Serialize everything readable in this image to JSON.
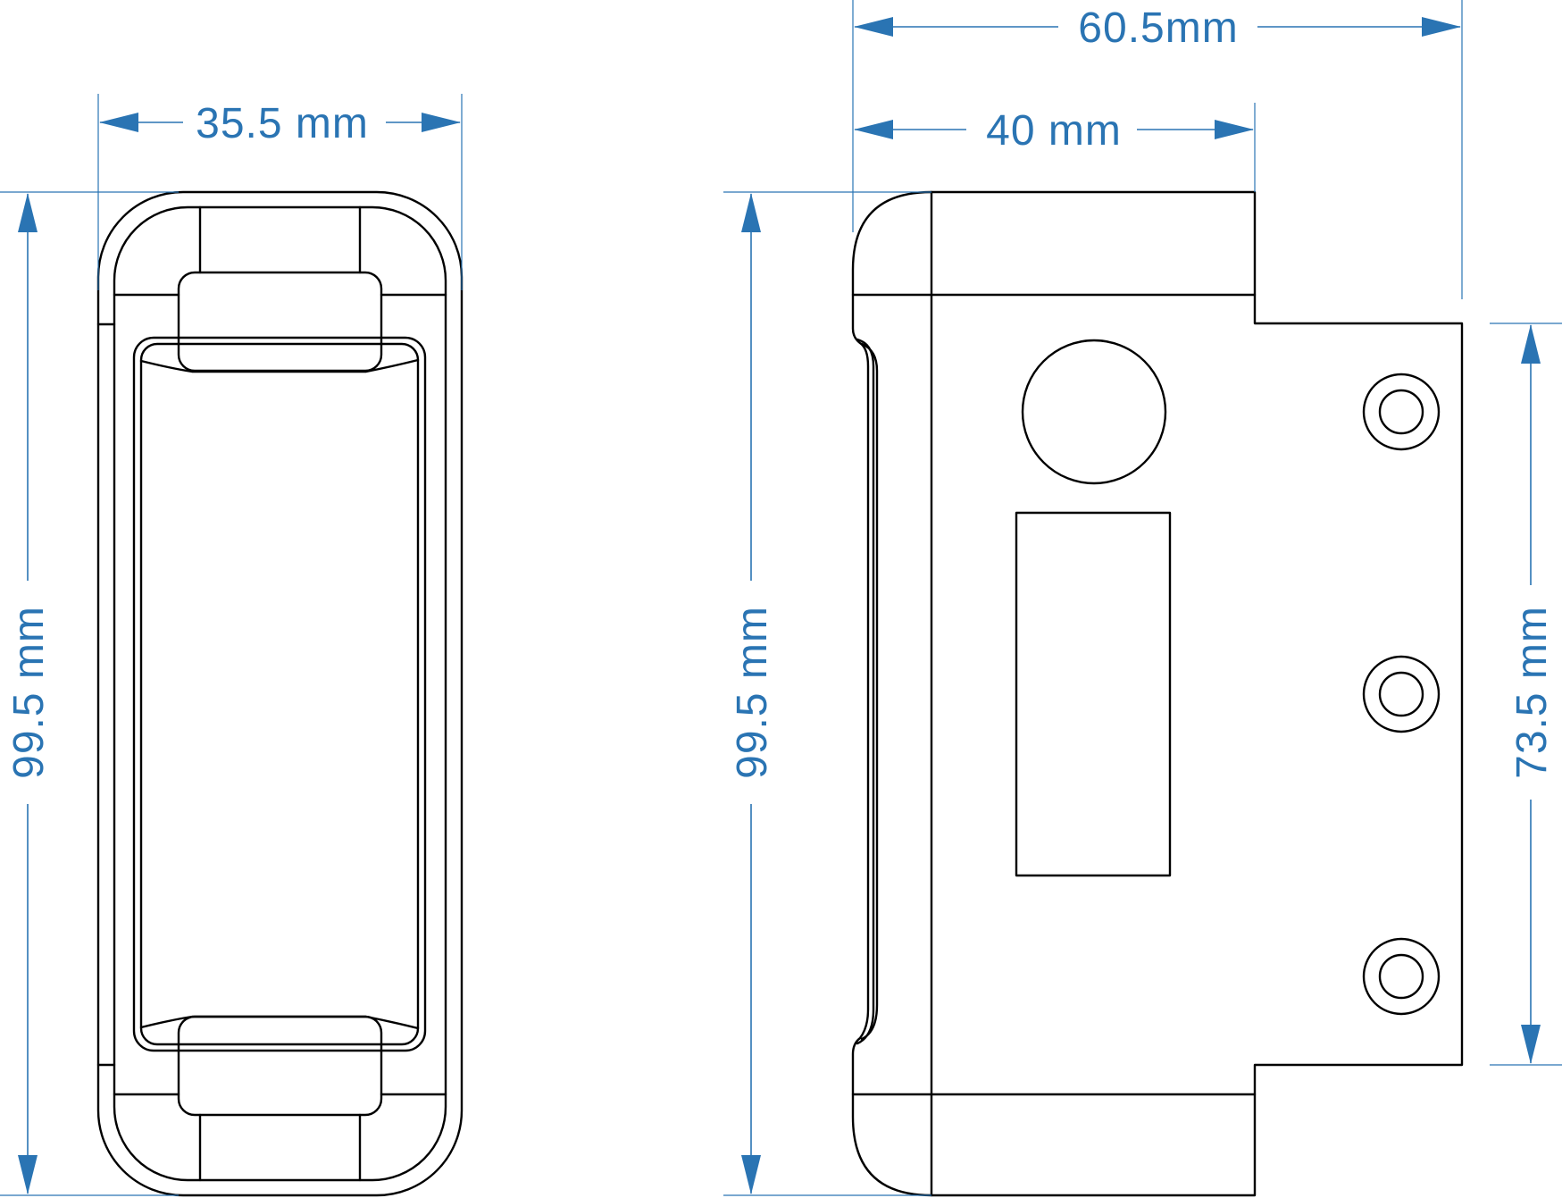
{
  "colors": {
    "dimension": "#2a74b3",
    "outline": "#000000",
    "background": "#ffffff"
  },
  "front_view": {
    "width_label": "35.5 mm",
    "height_label": "99.5 mm"
  },
  "side_view": {
    "overall_width_label": "60.5mm",
    "body_width_label": "40 mm",
    "height_label": "99.5 mm",
    "flange_height_label": "73.5 mm"
  }
}
